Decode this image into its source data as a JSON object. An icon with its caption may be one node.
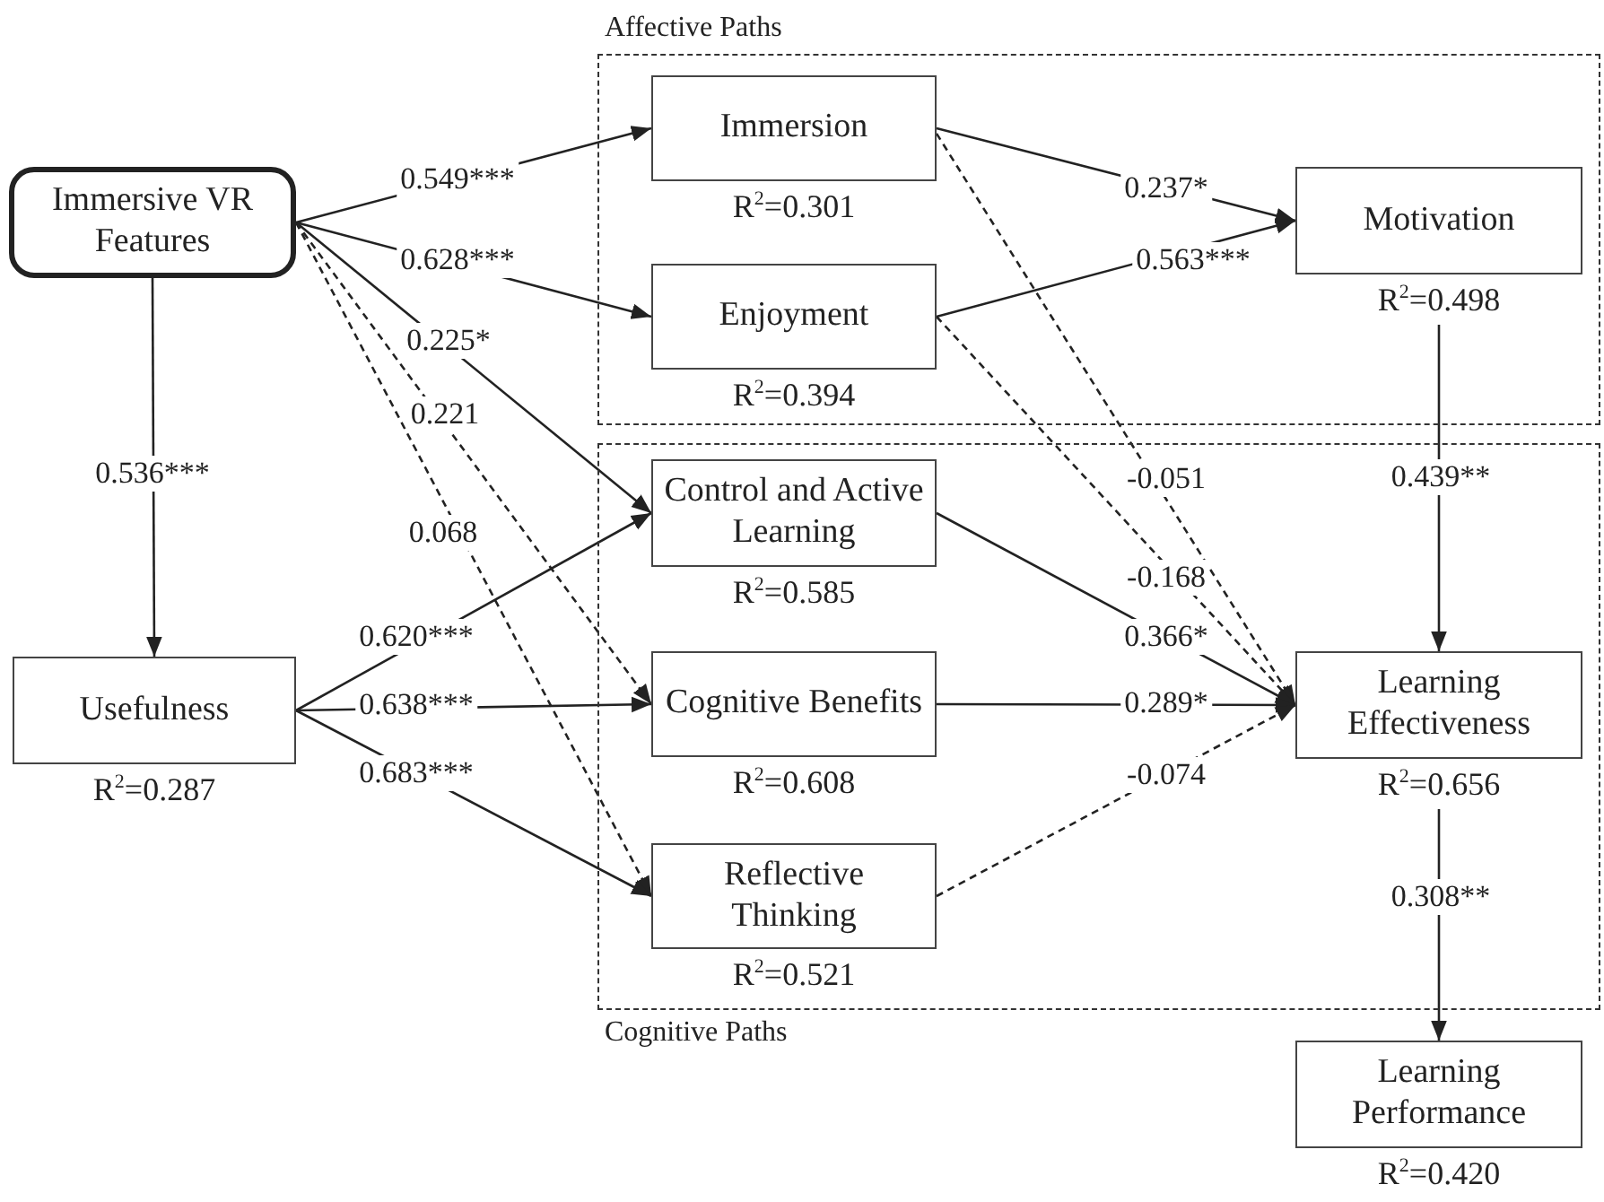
{
  "diagram": {
    "nodes": [
      {
        "text": [
          "Affective Paths"
        ]
      },
      {
        "text": [
          "Immersive VR Features"
        ]
      },
      {
        "text": [
          "Immersion"
        ],
        "in": 0,
        "beside": [
          "R$^{2}$=0.301"
        ]
      },
      {
        "text": [
          "Enjoyment"
        ],
        "in": 0,
        "beside": [
          "R$^{2}$=0.394"
        ]
      },
      {
        "text": [
          "Motivation"
        ],
        "in": 0,
        "beside": [
          "R$^{2}$=0.498"
        ]
      },
      {
        "text": [
          "Cognitive Paths"
        ]
      },
      {
        "text": [
          "Control and Active Learning"
        ],
        "in": 5,
        "beside": [
          "R$^{2}$=0.585"
        ]
      },
      {
        "text": [
          "Usefulness"
        ],
        "beside": [
          "R$^{2}$=0.287"
        ]
      },
      {
        "text": [
          "Cognitive Benefits"
        ],
        "in": 5,
        "beside": [
          "R$^{2}$=0.608"
        ]
      },
      {
        "text": [
          "Learning Effectiveness"
        ],
        "in": 5,
        "beside": [
          "R$^{2}$=0.656"
        ]
      },
      {
        "text": [
          "Reflective Thinking"
        ],
        "in": 5,
        "beside": [
          "R$^{2}$=0.521"
        ]
      },
      {
        "text": [
          "Learning Performance"
        ],
        "beside": [
          "R$^{2}$=0.420"
        ]
      }
    ],
    "edges": [
      {
        "from": 1,
        "to": 2,
        "arrow": "to",
        "label": "0.549***"
      },
      {
        "from": 1,
        "to": 3,
        "arrow": "to",
        "label": "0.628***"
      },
      {
        "from": 1,
        "to": 6,
        "arrow": "to",
        "label": "0.225*"
      },
      {
        "from": 1,
        "to": 8,
        "arrow": "to",
        "label": "0.221",
        "style": "dashed"
      },
      {
        "from": 1,
        "to": 10,
        "arrow": "to",
        "label": "0.068",
        "style": "dashed"
      },
      {
        "from": 1,
        "to": 7,
        "arrow": "to",
        "label": "0.536***"
      },
      {
        "from": 2,
        "to": 4,
        "arrow": "to",
        "label": "0.237*"
      },
      {
        "from": 3,
        "to": 4,
        "arrow": "to",
        "label": "0.563***"
      },
      {
        "from": 2,
        "to": 9,
        "arrow": "to",
        "label": "-0.051",
        "style": "dashed"
      },
      {
        "from": 3,
        "to": 9,
        "arrow": "to",
        "label": "-0.168",
        "style": "dashed"
      },
      {
        "from": 6,
        "to": 9,
        "arrow": "to",
        "label": "0.366*"
      },
      {
        "from": 8,
        "to": 9,
        "arrow": "to",
        "label": "0.289*"
      },
      {
        "from": 10,
        "to": 9,
        "arrow": "to",
        "label": "-0.074",
        "style": "dashed"
      },
      {
        "from": 4,
        "to": 9,
        "arrow": "to",
        "label": "0.439**"
      },
      {
        "from": 7,
        "to": 6,
        "arrow": "to",
        "label": "0.620***"
      },
      {
        "from": 7,
        "to": 8,
        "arrow": "to",
        "label": "0.638***"
      },
      {
        "from": 7,
        "to": 10,
        "arrow": "to",
        "label": "0.683***"
      },
      {
        "from": 9,
        "to": 11,
        "arrow": "to",
        "label": "0.308**"
      }
    ]
  }
}
